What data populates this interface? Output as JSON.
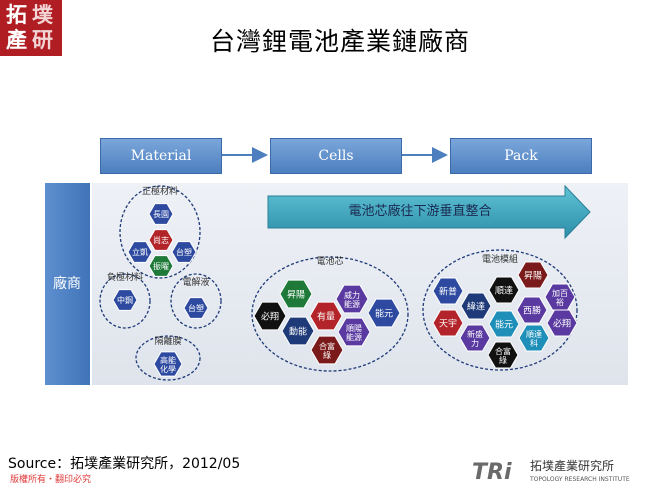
{
  "logo_tl": {
    "chars": [
      "拓",
      "墣",
      "產",
      "研"
    ]
  },
  "title": "台灣鋰電池產業鏈廠商",
  "stages": [
    "Material",
    "Cells",
    "Pack"
  ],
  "side_label": "廠商",
  "big_arrow": "電池芯廠往下游垂直整合",
  "groups": {
    "cathode": {
      "label": "正極材料",
      "members": [
        "長園",
        "立凱",
        "尚志",
        "台塑",
        "振曜"
      ]
    },
    "anode": {
      "label": "負極材料",
      "members": [
        "中鋼"
      ]
    },
    "electrolyte": {
      "label": "電解液",
      "members": [
        "台塑"
      ]
    },
    "separator": {
      "label": "隔離膜",
      "members": [
        "高能化學"
      ]
    },
    "cells": {
      "label": "電池芯",
      "members": [
        "昇陽",
        "威力能源",
        "必翔",
        "有量",
        "能元",
        "動能",
        "順陽能源",
        "合富綠"
      ]
    },
    "pack": {
      "label": "電池模組",
      "members": [
        "新普",
        "順達",
        "昇陽",
        "緯達",
        "西勝",
        "加百裕",
        "天宇",
        "能元",
        "必翔",
        "新盛力",
        "順達科",
        "合富綠"
      ]
    }
  },
  "colors": {
    "red": "#b3242a",
    "blue": "#2d4aa0",
    "green": "#1f7a3a",
    "black": "#111111",
    "purple": "#5a3aa0",
    "cyan": "#1e8fb8",
    "navy": "#1e3a78",
    "dark-red": "#7a1a1a"
  },
  "source": "Source：拓墣產業研究所，2012/05",
  "copyright": "版權所有・翻印必究",
  "logo_br": {
    "mark": "TRi",
    "name": "拓墣產業研究所",
    "sub": "TOPOLOGY RESEARCH INSTITUTE"
  }
}
